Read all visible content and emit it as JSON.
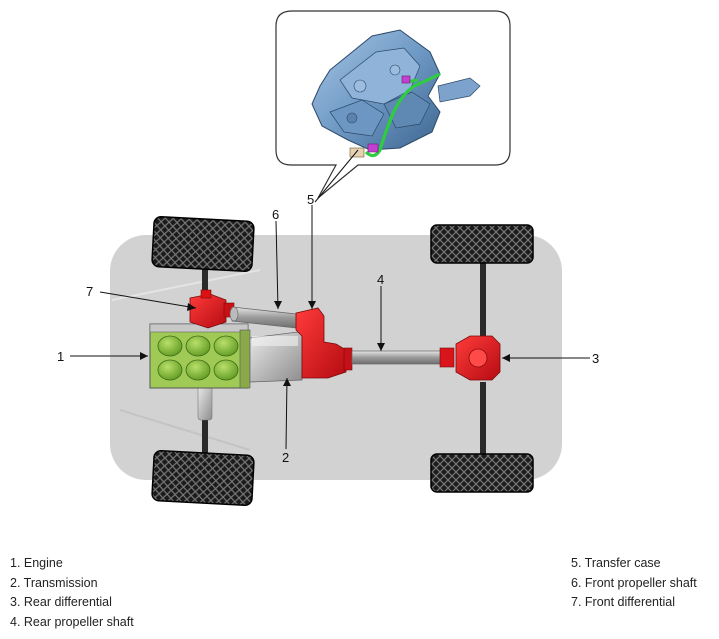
{
  "callouts": [
    {
      "num": "1",
      "part": "Engine"
    },
    {
      "num": "2",
      "part": "Transmission"
    },
    {
      "num": "3",
      "part": "Rear differential"
    },
    {
      "num": "4",
      "part": "Rear propeller shaft"
    },
    {
      "num": "5",
      "part": "Transfer case"
    },
    {
      "num": "6",
      "part": "Front propeller shaft"
    },
    {
      "num": "7",
      "part": "Front differential"
    }
  ],
  "legend": {
    "left": [
      "1. Engine",
      "2. Transmission",
      "3. Rear differential",
      "4. Rear propeller shaft"
    ],
    "right": [
      "5. Transfer case",
      "6. Front propeller shaft",
      "7. Front differential"
    ]
  },
  "colors": {
    "vehicle_body": "#d0d0d0",
    "tire": "#1a1a1a",
    "differential_red": "#e0141b",
    "engine_green": "#8fc43a",
    "shaft_gray": "#a9a9a9",
    "transfer_case_blue": "#5b88b5",
    "wire_green": "#2ecc40",
    "connector_magenta": "#c23fd0"
  }
}
